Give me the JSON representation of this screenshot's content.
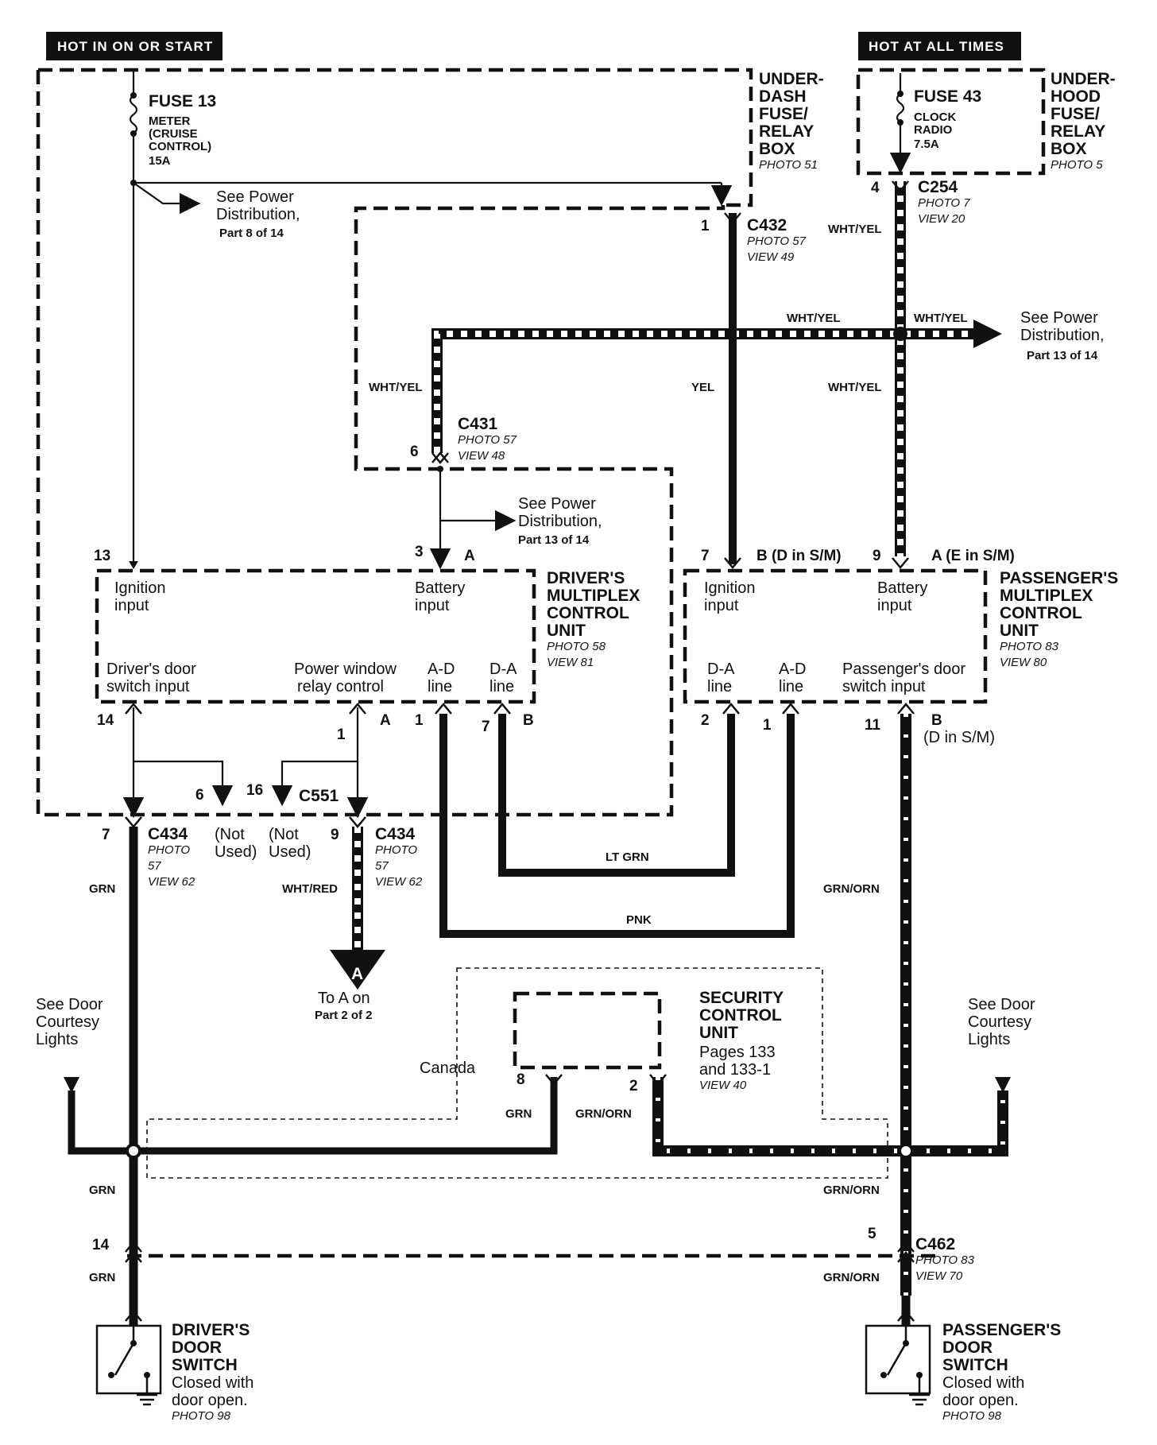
{
  "headers": {
    "left": "HOT IN ON OR START",
    "right": "HOT AT ALL TIMES"
  },
  "underdash": {
    "l1": "UNDER-",
    "l2": "DASH",
    "l3": "FUSE/",
    "l4": "RELAY",
    "l5": "BOX",
    "photo": "PHOTO 51"
  },
  "underhood": {
    "l1": "UNDER-",
    "l2": "HOOD",
    "l3": "FUSE/",
    "l4": "RELAY",
    "l5": "BOX",
    "photo": "PHOTO 5"
  },
  "fuse13": {
    "name": "FUSE 13",
    "l1": "METER",
    "l2": "(CRUISE",
    "l3": "CONTROL)",
    "amp": "15A"
  },
  "fuse43": {
    "name": "FUSE 43",
    "l1": "CLOCK",
    "l2": "RADIO",
    "amp": "7.5A"
  },
  "see_power_1": {
    "l1": "See Power",
    "l2": "Distribution,",
    "l3": "Part 8 of 14"
  },
  "see_power_2": {
    "l1": "See Power",
    "l2": "Distribution,",
    "l3": "Part 13 of 14"
  },
  "see_power_3": {
    "l1": "See Power",
    "l2": "Distribution,",
    "l3": "Part 13 of 14"
  },
  "c254": {
    "name": "C254",
    "photo": "PHOTO 7",
    "view": "VIEW 20",
    "pin": "4"
  },
  "c432": {
    "name": "C432",
    "photo": "PHOTO 57",
    "view": "VIEW 49",
    "pin": "1"
  },
  "c431": {
    "name": "C431",
    "photo": "PHOTO 57",
    "view": "VIEW 48",
    "pin": "6"
  },
  "c434_left": {
    "name": "C434",
    "l1": "PHOTO",
    "l2": "57",
    "view": "VIEW 62",
    "pin": "7"
  },
  "c434_right": {
    "name": "C434",
    "l1": "PHOTO",
    "l2": "57",
    "view": "VIEW 62",
    "pin": "9"
  },
  "c551": {
    "name": "C551",
    "pin6": "6",
    "pin16": "16",
    "nu1a": "(Not",
    "nu1b": "Used)",
    "nu2a": "(Not",
    "nu2b": "Used)"
  },
  "c462": {
    "name": "C462",
    "photo": "PHOTO 83",
    "view": "VIEW 70",
    "pin_l": "14",
    "pin_r": "5"
  },
  "driver_unit": {
    "t1": "DRIVER'S",
    "t2": "MULTIPLEX",
    "t3": "CONTROL",
    "t4": "UNIT",
    "photo": "PHOTO 58",
    "view": "VIEW 81",
    "ign1": "Ignition",
    "ign2": "input",
    "bat1": "Battery",
    "bat2": "input",
    "dds1": "Driver's door",
    "dds2": "switch input",
    "pwr1": "Power window",
    "pwr2": "relay control",
    "ad1": "A-D",
    "ad2": "line",
    "da1": "D-A",
    "da2": "line",
    "pin13": "13",
    "pin3": "3",
    "pinA": "A",
    "pin14": "14",
    "pin1a": "1",
    "pinA2": "A",
    "pin1b": "1",
    "pin7": "7",
    "pinB": "B"
  },
  "pass_unit": {
    "t1": "PASSENGER'S",
    "t2": "MULTIPLEX",
    "t3": "CONTROL",
    "t4": "UNIT",
    "photo": "PHOTO 83",
    "view": "VIEW 80",
    "ign1": "Ignition",
    "ign2": "input",
    "bat1": "Battery",
    "bat2": "input",
    "da1": "D-A",
    "da2": "line",
    "ad1": "A-D",
    "ad2": "line",
    "pds1": "Passenger's door",
    "pds2": "switch input",
    "pin7": "7",
    "pinB": "B (D in S/M)",
    "pin9": "9",
    "pinA": "A (E in S/M)",
    "pin2": "2",
    "pin1": "1",
    "pin11": "11",
    "pinB2": "B",
    "pinB2b": "(D in S/M)"
  },
  "security": {
    "t1": "SECURITY",
    "t2": "CONTROL",
    "t3": "UNIT",
    "p1": "Pages 133",
    "p2": "and 133-1",
    "view": "VIEW 40",
    "pin8": "8",
    "pin2": "2",
    "canada": "Canada"
  },
  "wires": {
    "wy1": "WHT/YEL",
    "wy2": "WHT/YEL",
    "wy3": "WHT/YEL",
    "wy4": "WHT/YEL",
    "wy5": "WHT/YEL",
    "yel": "YEL",
    "ltgrn": "LT GRN",
    "pnk": "PNK",
    "whtred": "WHT/RED",
    "grn1": "GRN",
    "grn2": "GRN",
    "grn3": "GRN",
    "grn4": "GRN",
    "go1": "GRN/ORN",
    "go2": "GRN/ORN",
    "go3": "GRN/ORN",
    "go4": "GRN/ORN"
  },
  "to_a": {
    "sym": "A",
    "l1": "To A on",
    "l2": "Part 2 of 2"
  },
  "door_left": {
    "l1": "See Door",
    "l2": "Courtesy",
    "l3": "Lights"
  },
  "door_right": {
    "l1": "See Door",
    "l2": "Courtesy",
    "l3": "Lights"
  },
  "driver_switch": {
    "t1": "DRIVER'S",
    "t2": "DOOR",
    "t3": "SWITCH",
    "d1": "Closed with",
    "d2": "door open.",
    "photo": "PHOTO 98"
  },
  "pass_switch": {
    "t1": "PASSENGER'S",
    "t2": "DOOR",
    "t3": "SWITCH",
    "d1": "Closed with",
    "d2": "door open.",
    "photo": "PHOTO 98"
  }
}
